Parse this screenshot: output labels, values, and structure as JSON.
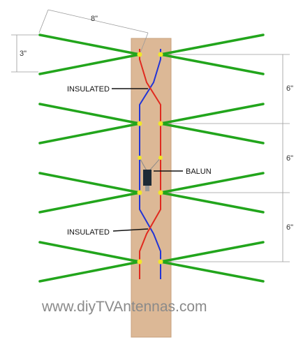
{
  "dimensions": {
    "top_width": "8\"",
    "element_spacing": "3\"",
    "bay_gap_1": "6\"",
    "bay_gap_2": "6\"",
    "bay_gap_3": "6\""
  },
  "labels": {
    "insulated_top": "INSULATED",
    "insulated_bottom": "INSULATED",
    "balun": "BALUN"
  },
  "footer": {
    "website": "www.diyTVAntennas.com"
  },
  "colors": {
    "board": "#dcb896",
    "element": "#22a51c",
    "feed_left": "#e02a1f",
    "feed_right": "#2234d6",
    "terminal": "#f0e62a",
    "balun": "#1c2a36",
    "dimension": "#9a9a9a"
  }
}
